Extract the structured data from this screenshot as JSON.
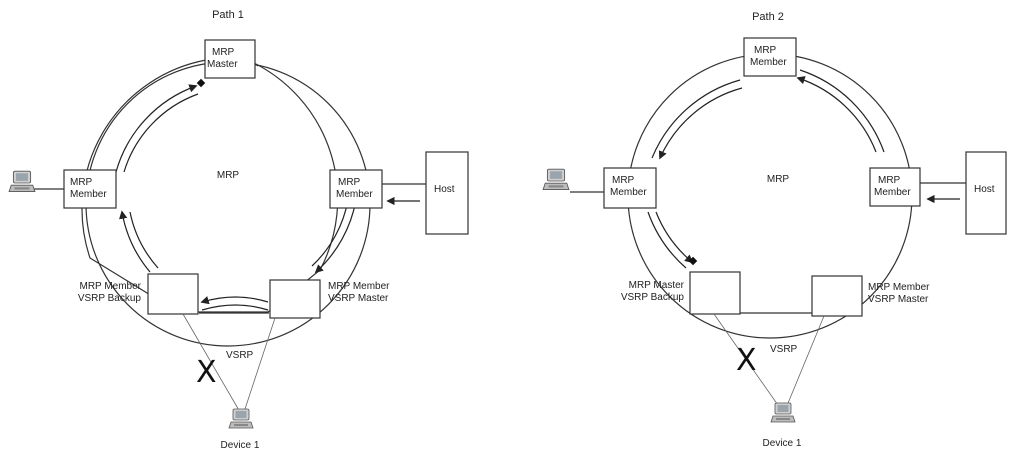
{
  "paths": [
    {
      "title": "Path 1",
      "ring_label": "MRP",
      "top_node": [
        "MRP",
        "Master"
      ],
      "left_node": [
        "MRP",
        "Member"
      ],
      "right_node": [
        "MRP",
        "Member"
      ],
      "host_label": "Host",
      "bottom_left_label": [
        "MRP Member",
        "VSRP Backup"
      ],
      "bottom_right_label": [
        "MRP Member",
        "VSRP Master"
      ],
      "vsrp_label": "VSRP",
      "failure_mark": "X",
      "device_label": "Device 1"
    },
    {
      "title": "Path 2",
      "ring_label": "MRP",
      "top_node": [
        "MRP",
        "Member"
      ],
      "left_node": [
        "MRP",
        "Member"
      ],
      "right_node": [
        "MRP",
        "Member"
      ],
      "host_label": "Host",
      "bottom_left_label": [
        "MRP Master",
        "VSRP Backup"
      ],
      "bottom_right_label": [
        "MRP Member",
        "VSRP Master"
      ],
      "vsrp_label": "VSRP",
      "failure_mark": "X",
      "device_label": "Device 1"
    }
  ]
}
